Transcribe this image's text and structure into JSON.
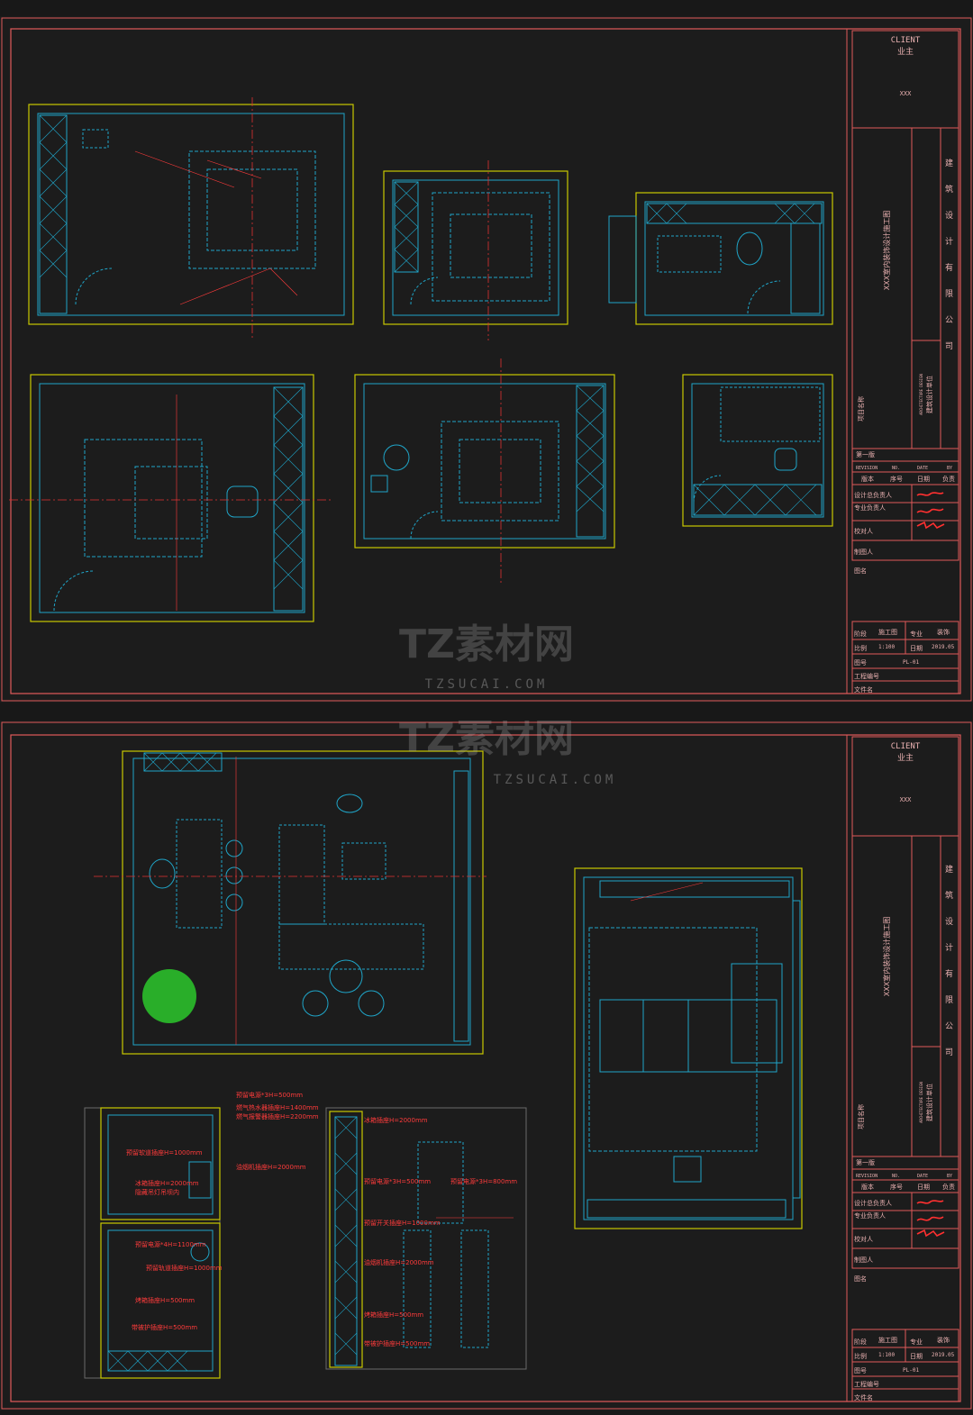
{
  "sheets": [
    {
      "title_block": {
        "client_en": "CLIENT",
        "client_cn": "业主",
        "client_name": "XXX",
        "company": "建筑设计有限公司",
        "company_en": "ARCHITECTURE DESIGN",
        "company_cn": "建筑设计单位",
        "project": "XXX室内装饰设计施工图",
        "project_label": "项目名称",
        "revision_label": "第一版",
        "revision_headers": [
          "REVISION",
          "NO.",
          "DATE",
          "BY"
        ],
        "revision_headers_cn": [
          "版本",
          "序号",
          "日期",
          "负责"
        ],
        "roles": [
          "设计总负责人",
          "专业负责人",
          "校对人",
          "制图人"
        ],
        "drawing_title_label": "图名",
        "stage_label": "阶段",
        "stage_value": "施工图",
        "discipline_label": "专业",
        "discipline_value": "装饰",
        "scale_label": "比例",
        "scale_value": "1:100",
        "date_label": "日期",
        "date_value": "2019.05",
        "drawing_no_label": "图号",
        "drawing_no_value": "PL-01",
        "project_no_label": "工程编号",
        "file_label": "文件名"
      }
    },
    {
      "title_block": {
        "client_en": "CLIENT",
        "client_cn": "业主",
        "client_name": "XXX",
        "company": "建筑设计有限公司",
        "company_en": "ARCHITECTURE DESIGN",
        "company_cn": "建筑设计单位",
        "project": "XXX室内装饰设计施工图",
        "project_label": "项目名称",
        "revision_label": "第一版",
        "revision_headers": [
          "REVISION",
          "NO.",
          "DATE",
          "BY"
        ],
        "revision_headers_cn": [
          "版本",
          "序号",
          "日期",
          "负责"
        ],
        "roles": [
          "设计总负责人",
          "专业负责人",
          "校对人",
          "制图人"
        ],
        "drawing_title_label": "图名",
        "stage_label": "阶段",
        "stage_value": "施工图",
        "discipline_label": "专业",
        "discipline_value": "装饰",
        "scale_label": "比例",
        "scale_value": "1:100",
        "date_label": "日期",
        "date_value": "2019.05",
        "drawing_no_label": "图号",
        "drawing_no_value": "PL-01",
        "project_no_label": "工程编号",
        "file_label": "文件名"
      }
    }
  ],
  "watermark": {
    "brand": "TZ素材网",
    "url": "TZSUCAI.COM"
  },
  "annotations": {
    "a1": "预留电源*3H=500mm",
    "a2": "燃气热水器插座H=1400mm",
    "a3": "燃气报警器插座H=2200mm",
    "a4": "预留软道插座H=1000mm",
    "a5": "油烟机插座H=2000mm",
    "a6": "冰箱插座H=2000mm",
    "a7": "隐藏吊灯吊坝内",
    "a8": "预留电源*4H=1100mm",
    "a9": "预留轨道插座H=1000mm",
    "a10": "烤箱插座H=500mm",
    "a11": "带被护插座H=500mm",
    "b1": "冰箱插座H=2000mm",
    "b2": "预留电源*3H=500mm",
    "b3": "预留电源*3H=800mm",
    "b4": "预留开关插座H=1000mm",
    "b5": "油烟机插座H=2000mm",
    "b6": "烤箱插座H=500mm",
    "b7": "带被护插座H=500mm"
  },
  "colors": {
    "frame": "#e05a5a",
    "wall": "#c8c800",
    "plan": "#1fa5c8",
    "note": "#ff3b3b",
    "center": "#e03030"
  }
}
